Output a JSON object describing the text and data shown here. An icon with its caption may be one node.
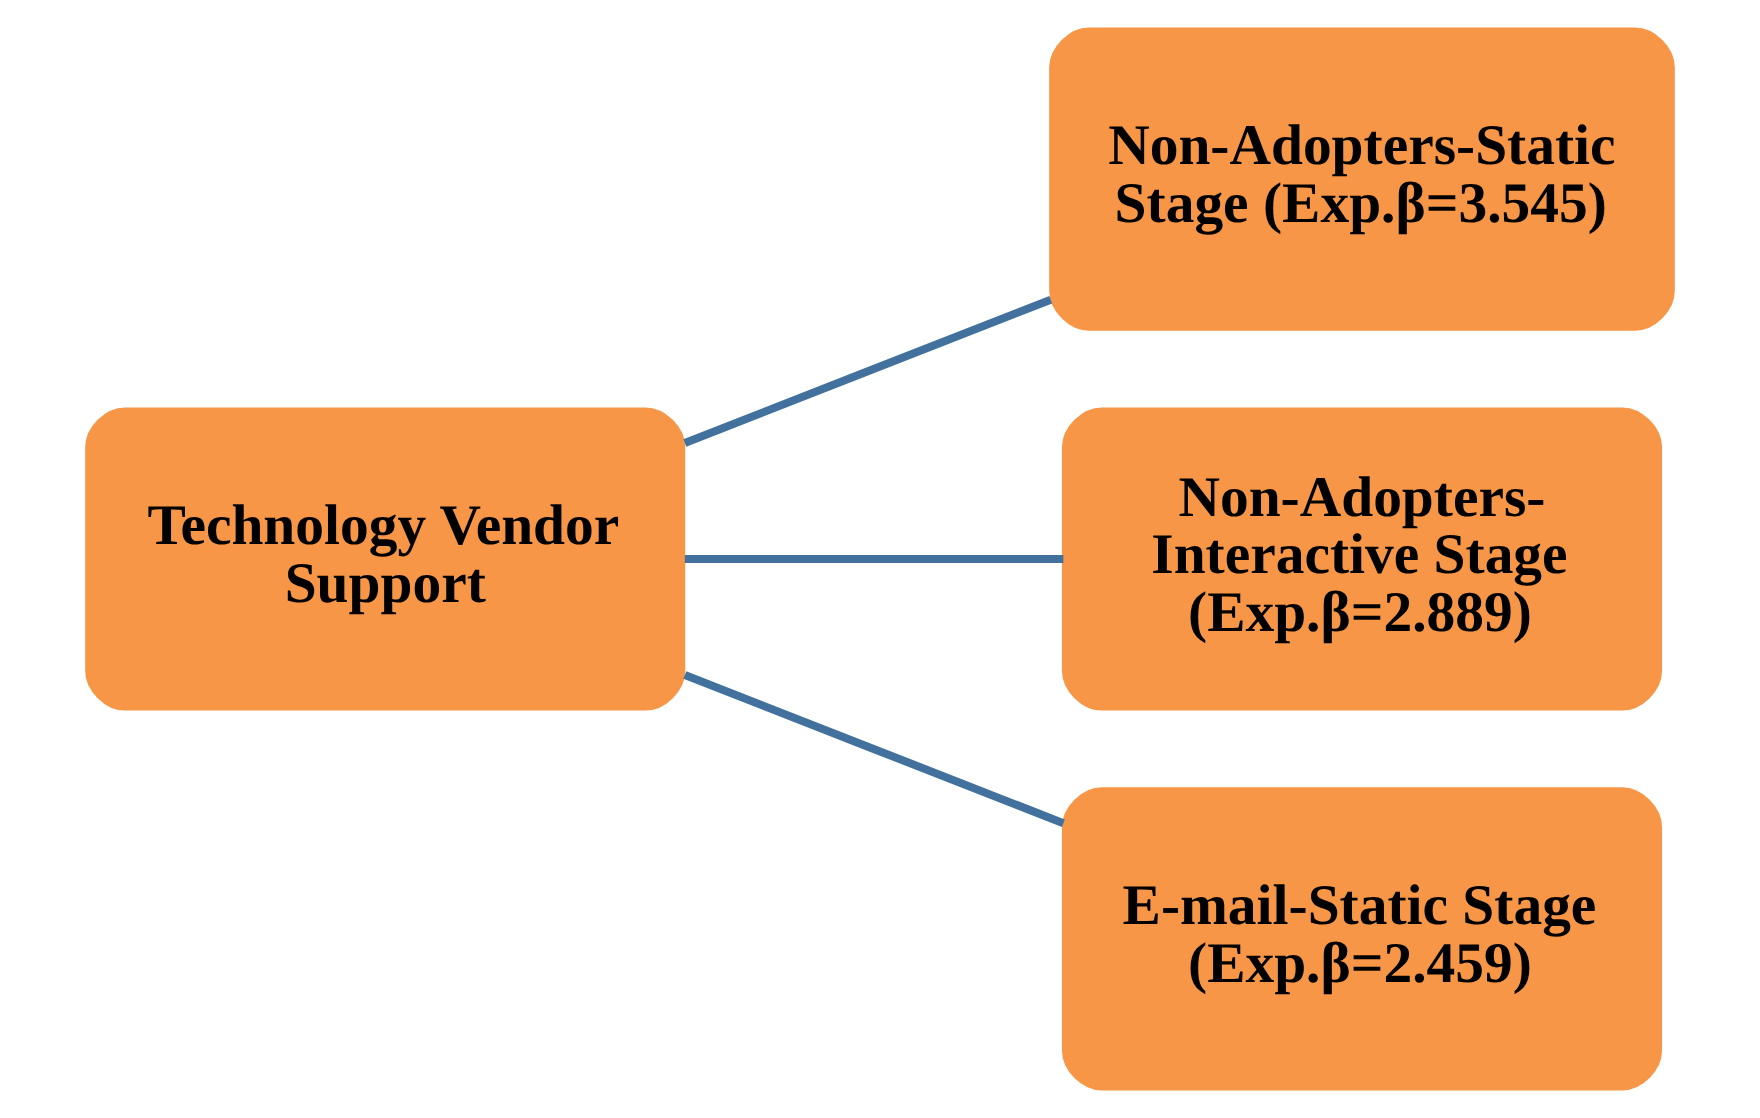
{
  "diagram": {
    "nodes": [
      {
        "text": [
          "Technology Vendor Support"
        ]
      },
      {
        "text": [
          "Non-Adopters-Static Stage (Exp.β=3.545)"
        ]
      },
      {
        "text": [
          "Non-Adopters- Interactive Stage (Exp.β=2.889)"
        ]
      },
      {
        "text": [
          "E-mail-Static Stage (Exp.β=2.459)"
        ]
      }
    ],
    "edges": [
      {
        "from": 0,
        "to": 1,
        "arrow": "none"
      },
      {
        "from": 0,
        "to": 2,
        "arrow": "none"
      },
      {
        "from": 0,
        "to": 3,
        "arrow": "none"
      }
    ]
  }
}
